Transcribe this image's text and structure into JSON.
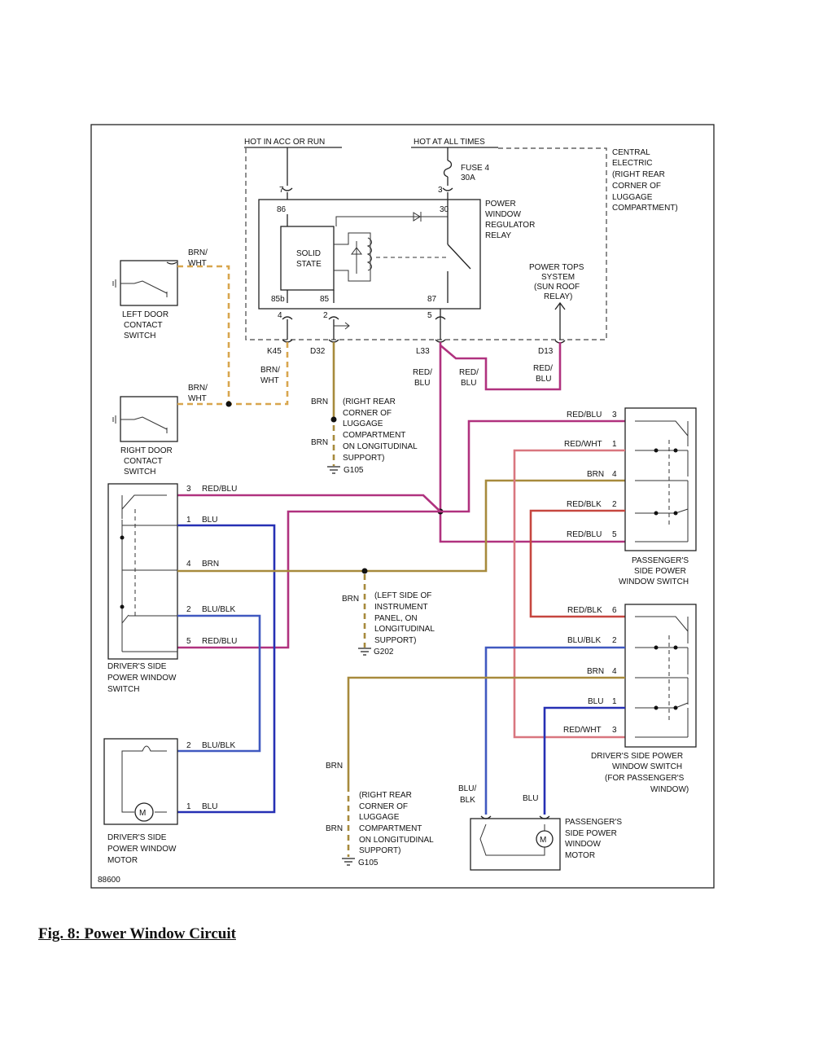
{
  "colors": {
    "RED_BLU": "#b0327f",
    "RED_WHT": "#d9767f",
    "RED_BLK": "#c6463f",
    "BRN": "#a78a3c",
    "BLU": "#2630b4",
    "BLU_BLK": "#4059c0",
    "BRN_WHT": "#d8a64e"
  },
  "header": {
    "hot_acc_run": "HOT IN ACC OR RUN",
    "hot_all_times": "HOT AT ALL TIMES"
  },
  "central_electric": [
    "CENTRAL",
    "ELECTRIC",
    "(RIGHT REAR",
    "CORNER OF",
    "LUGGAGE",
    "COMPARTMENT)"
  ],
  "fuse": {
    "name": "FUSE 4",
    "rating": "30A"
  },
  "relay": {
    "label": [
      "POWER",
      "WINDOW",
      "REGULATOR",
      "RELAY"
    ],
    "solid_state": [
      "SOLID",
      "STATE"
    ],
    "terminals": {
      "t86": "86",
      "t30": "30",
      "t85b": "85b",
      "t85": "85",
      "t87": "87"
    }
  },
  "pins": {
    "p7": "7",
    "p3": "3",
    "p4": "4",
    "p2": "2",
    "p5": "5"
  },
  "connectors": {
    "k45": "K45",
    "d32": "D32",
    "l33": "L33",
    "d13": "D13"
  },
  "power_tops": [
    "POWER TOPS",
    "SYSTEM",
    "(SUN ROOF",
    "RELAY)"
  ],
  "wire_labels": {
    "brn_wht_a1": "BRN/",
    "brn_wht_a2": "WHT",
    "brn_wht_b1": "BRN/",
    "brn_wht_b2": "WHT",
    "brn_wht_c1": "BRN/",
    "brn_wht_c2": "WHT",
    "brn_d32": "BRN",
    "brn_d32b": "BRN",
    "red_blu_l33a1": "RED/",
    "red_blu_l33a2": "BLU",
    "red_blu_l33b1": "RED/",
    "red_blu_l33b2": "BLU",
    "red_blu_d13a": "RED/",
    "red_blu_d13b": "BLU",
    "brn_g202": "BRN",
    "brn_g105b_1": "BRN",
    "brn_g105b_2": "BRN",
    "blu_blk_pm1": "BLU/",
    "blu_blk_pm2": "BLK",
    "blu_pm": "BLU"
  },
  "grounds": {
    "g105a": {
      "lines": [
        "(RIGHT REAR",
        "CORNER OF",
        "LUGGAGE",
        "COMPARTMENT",
        "ON LONGITUDINAL",
        "SUPPORT)"
      ],
      "id": "G105"
    },
    "g202": {
      "lines": [
        "(LEFT SIDE OF",
        "INSTRUMENT",
        "PANEL, ON",
        "LONGITUDINAL",
        "SUPPORT)"
      ],
      "id": "G202"
    },
    "g105b": {
      "lines": [
        "(RIGHT REAR",
        "CORNER OF",
        "LUGGAGE",
        "COMPARTMENT",
        "ON LONGITUDINAL",
        "SUPPORT)"
      ],
      "id": "G105"
    }
  },
  "left_door_switch": [
    "LEFT DOOR",
    "CONTACT",
    "SWITCH"
  ],
  "right_door_switch": [
    "RIGHT DOOR",
    "CONTACT",
    "SWITCH"
  ],
  "driver_switch": {
    "label": [
      "DRIVER'S SIDE",
      "POWER WINDOW",
      "SWITCH"
    ],
    "pins": [
      {
        "num": "3",
        "wire": "RED/BLU"
      },
      {
        "num": "1",
        "wire": "BLU"
      },
      {
        "num": "4",
        "wire": "BRN"
      },
      {
        "num": "2",
        "wire": "BLU/BLK"
      },
      {
        "num": "5",
        "wire": "RED/BLU"
      }
    ]
  },
  "driver_motor": {
    "label": [
      "DRIVER'S SIDE",
      "POWER WINDOW",
      "MOTOR"
    ],
    "pins": [
      {
        "num": "2",
        "wire": "BLU/BLK"
      },
      {
        "num": "1",
        "wire": "BLU"
      }
    ]
  },
  "passenger_switch": {
    "label": [
      "PASSENGER'S",
      "SIDE POWER",
      "WINDOW SWITCH"
    ],
    "pins": [
      {
        "num": "3",
        "wire": "RED/BLU"
      },
      {
        "num": "1",
        "wire": "RED/WHT"
      },
      {
        "num": "4",
        "wire": "BRN"
      },
      {
        "num": "2",
        "wire": "RED/BLK"
      },
      {
        "num": "5",
        "wire": "RED/BLU"
      }
    ]
  },
  "driver_pass_switch": {
    "label": [
      "DRIVER'S SIDE POWER",
      "WINDOW SWITCH",
      "(FOR PASSENGER'S",
      "WINDOW)"
    ],
    "pins": [
      {
        "num": "6",
        "wire": "RED/BLK"
      },
      {
        "num": "2",
        "wire": "BLU/BLK"
      },
      {
        "num": "4",
        "wire": "BRN"
      },
      {
        "num": "1",
        "wire": "BLU"
      },
      {
        "num": "3",
        "wire": "RED/WHT"
      }
    ]
  },
  "passenger_motor": {
    "label": [
      "PASSENGER'S",
      "SIDE POWER",
      "WINDOW",
      "MOTOR"
    ],
    "motor": "M"
  },
  "motor_symbol": "M",
  "diagram_id": "88600",
  "caption": "Fig. 8: Power Window Circuit"
}
